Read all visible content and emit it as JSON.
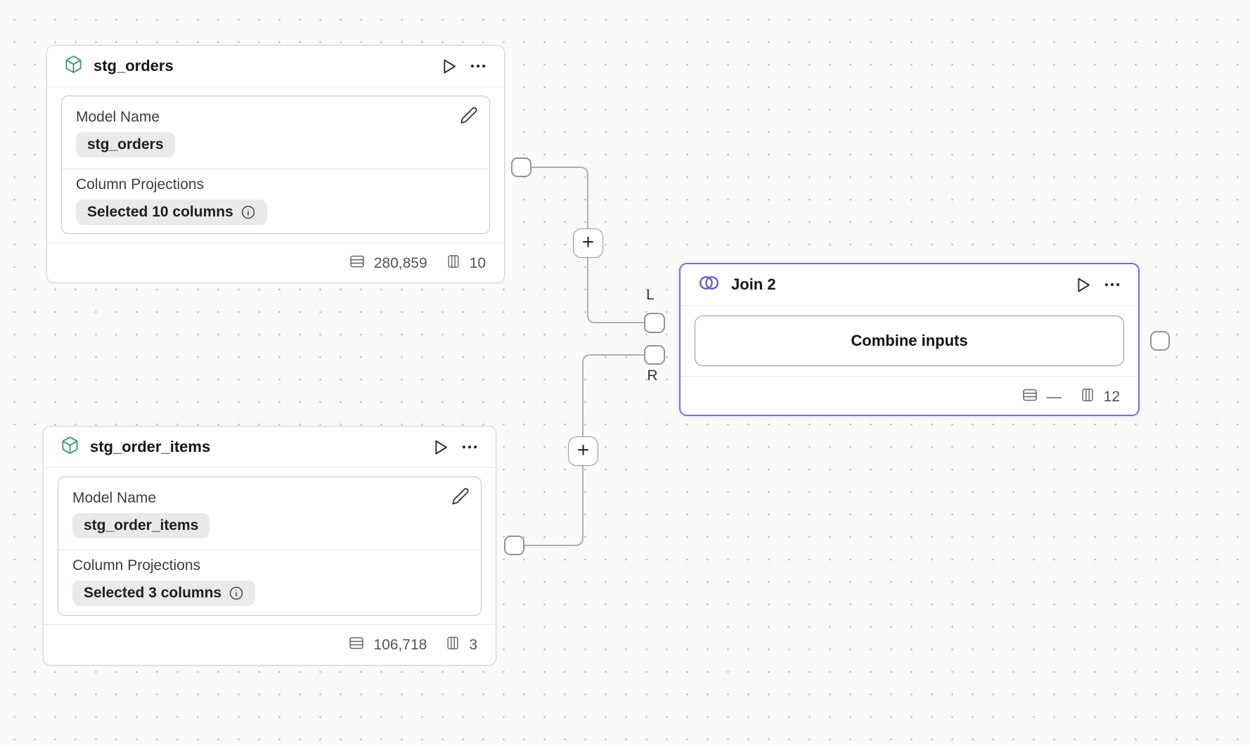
{
  "canvas": {
    "background_color": "#fafaf9",
    "dot_color": "#c9c6c2"
  },
  "colors": {
    "model_icon_green": "#2f9e63",
    "join_icon_indigo": "#5a55e0",
    "join_selected_border": "#766be9",
    "edge_gray": "#b3b0ac",
    "badge_background": "#eceae8"
  },
  "nodes": {
    "stg_orders": {
      "icon": "cube-icon",
      "title": "stg_orders",
      "model_name_label": "Model Name",
      "model_name_value": "stg_orders",
      "projections_label": "Column Projections",
      "projections_value": "Selected 10 columns",
      "row_count": "280,859",
      "column_count": "10"
    },
    "stg_order_items": {
      "icon": "cube-icon",
      "title": "stg_order_items",
      "model_name_label": "Model Name",
      "model_name_value": "stg_order_items",
      "projections_label": "Column Projections",
      "projections_value": "Selected 3 columns",
      "row_count": "106,718",
      "column_count": "3"
    },
    "join": {
      "icon": "join-venn-icon",
      "title": "Join 2",
      "button_label": "Combine inputs",
      "row_count": "—",
      "column_count": "12"
    }
  },
  "ports": {
    "left_input_label": "L",
    "right_input_label": "R"
  },
  "connector_add_label": "+"
}
